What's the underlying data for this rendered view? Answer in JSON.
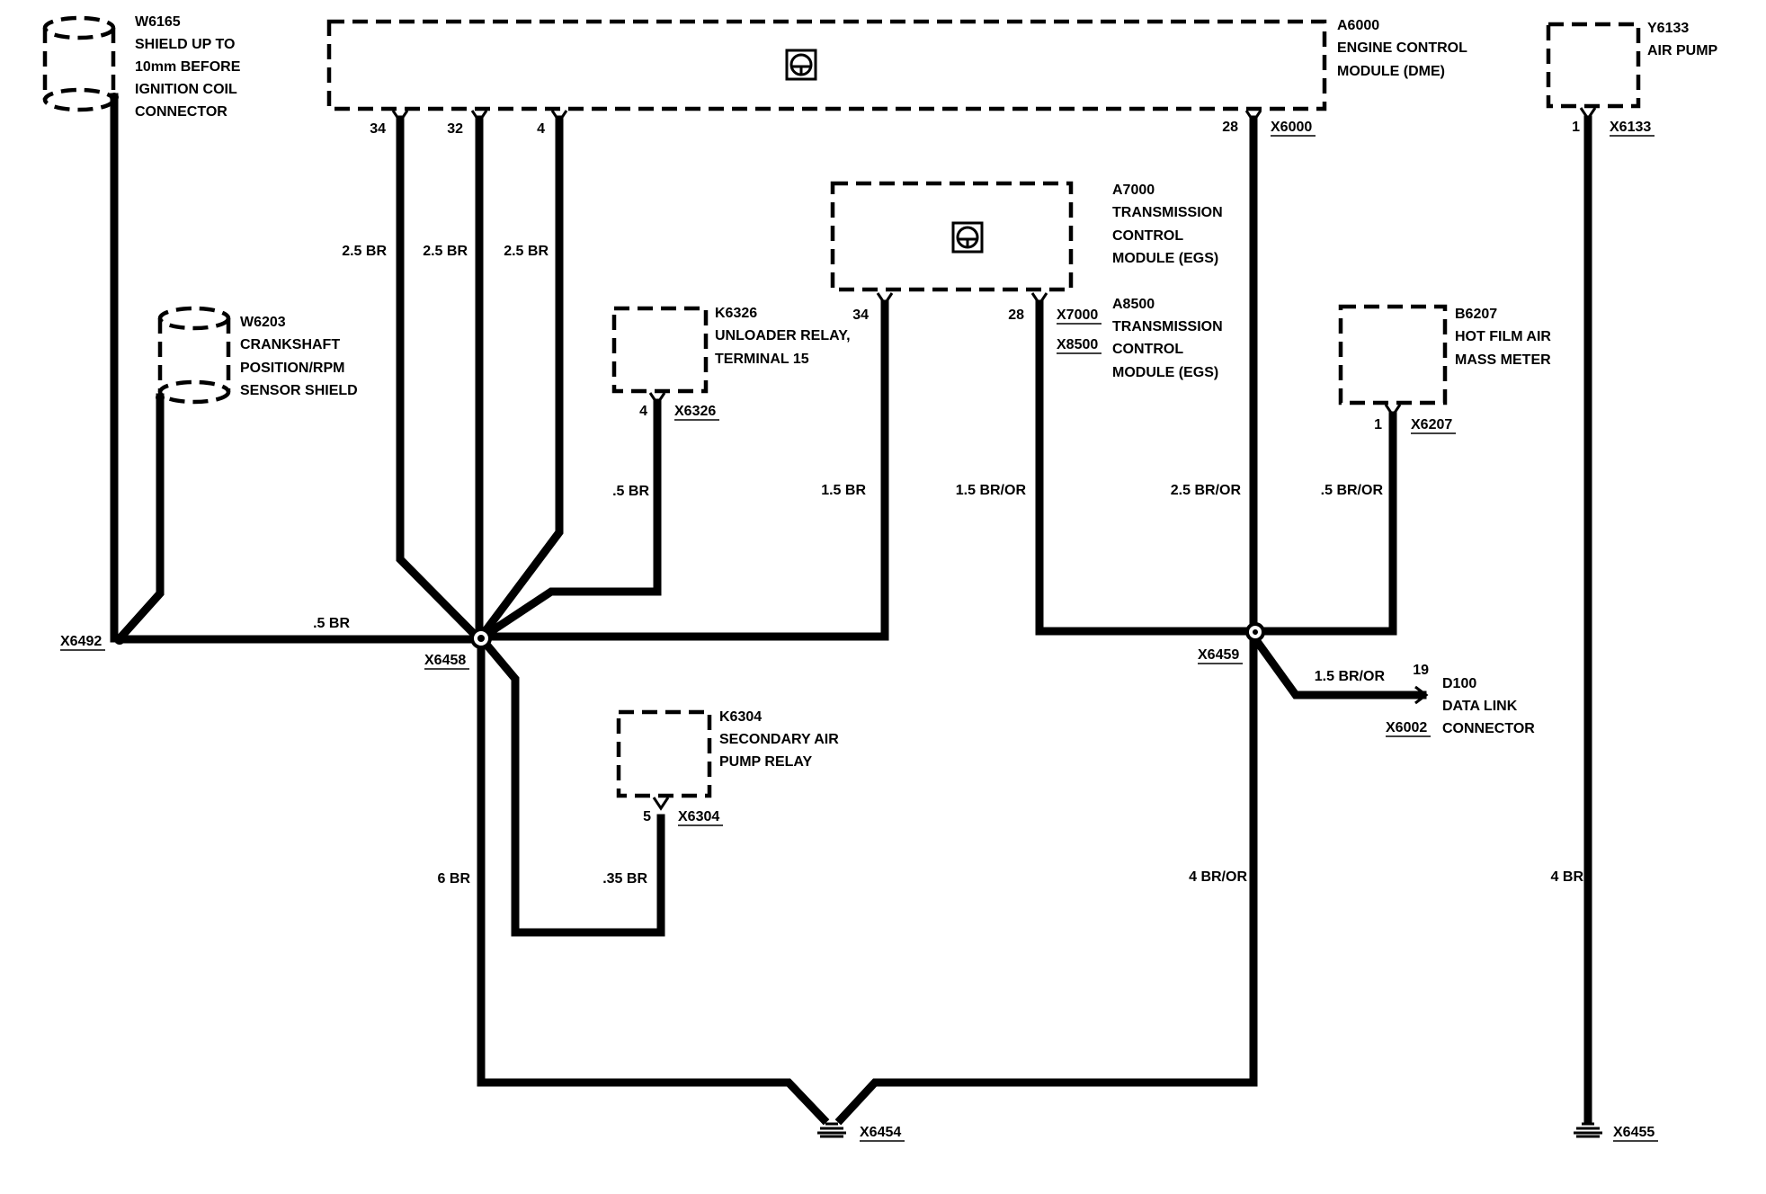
{
  "components": {
    "w6165": {
      "id": "W6165",
      "lines": [
        "SHIELD UP TO",
        "10mm BEFORE",
        "IGNITION COIL",
        "CONNECTOR"
      ]
    },
    "a6000": {
      "id": "A6000",
      "lines": [
        "ENGINE CONTROL",
        "MODULE (DME)"
      ]
    },
    "y6133": {
      "id": "Y6133",
      "lines": [
        "AIR PUMP"
      ]
    },
    "a7000": {
      "id": "A7000",
      "lines": [
        "TRANSMISSION",
        "CONTROL",
        "MODULE (EGS)"
      ]
    },
    "a8500": {
      "id": "A8500",
      "lines": [
        "TRANSMISSION",
        "CONTROL",
        "MODULE (EGS)"
      ]
    },
    "w6203": {
      "id": "W6203",
      "lines": [
        "CRANKSHAFT",
        "POSITION/RPM",
        "SENSOR SHIELD"
      ]
    },
    "k6326": {
      "id": "K6326",
      "lines": [
        "UNLOADER RELAY,",
        "TERMINAL 15"
      ]
    },
    "b6207": {
      "id": "B6207",
      "lines": [
        "HOT FILM AIR",
        "MASS METER"
      ]
    },
    "k6304": {
      "id": "K6304",
      "lines": [
        "SECONDARY AIR",
        "PUMP RELAY"
      ]
    },
    "d100": {
      "id": "D100",
      "lines": [
        "DATA LINK",
        "CONNECTOR"
      ]
    }
  },
  "pins": {
    "a6000_34": "34",
    "a6000_32": "32",
    "a6000_4": "4",
    "a6000_28": "28",
    "y6133_1": "1",
    "a7000_34": "34",
    "a7000_28": "28",
    "k6326_4": "4",
    "b6207_1": "1",
    "k6304_5": "5",
    "d100_19": "19"
  },
  "connectors": {
    "x6000": "X6000",
    "x6133": "X6133",
    "x7000": "X7000",
    "x8500": "X8500",
    "x6326": "X6326",
    "x6207": "X6207",
    "x6304": "X6304",
    "x6002": "X6002",
    "x6492": "X6492",
    "x6458": "X6458",
    "x6459": "X6459",
    "x6454": "X6454",
    "x6455": "X6455"
  },
  "wires": {
    "a6000_34": "2.5 BR",
    "a6000_32": "2.5 BR",
    "a6000_4": "2.5 BR",
    "k6326": ".5 BR",
    "a7000_34": "1.5 BR",
    "a8500_28": "1.5 BR/OR",
    "a6000_28": "2.5 BR/OR",
    "b6207": ".5 BR/OR",
    "x6492_x6458": ".5 BR",
    "d100": "1.5 BR/OR",
    "k6304": ".35 BR",
    "x6458_ground": "6 BR",
    "x6459_ground": "4 BR/OR",
    "y6133_ground": "4 BR"
  }
}
